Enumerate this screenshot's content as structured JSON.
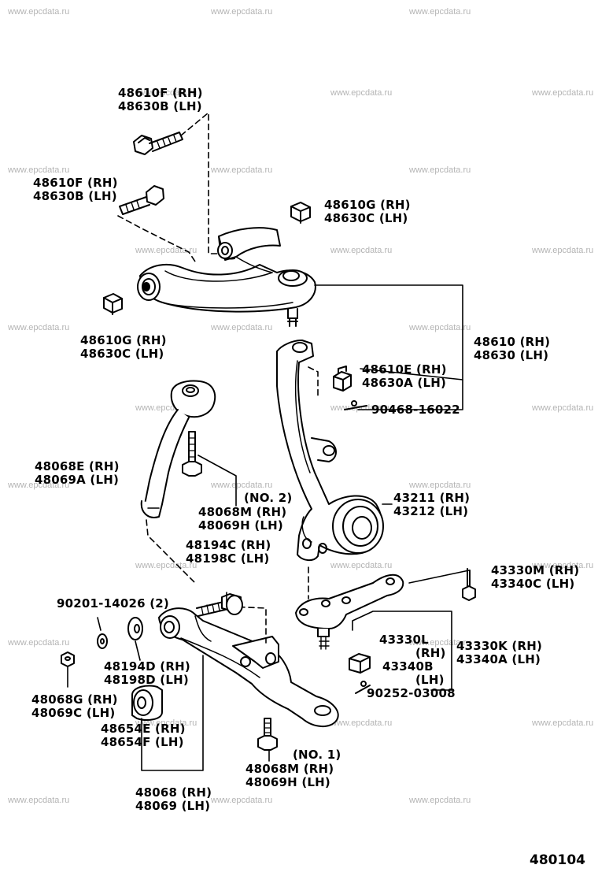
{
  "watermark": "www.epcdata.ru",
  "diagram_number": "480104",
  "callouts": {
    "bolt_upper_front": {
      "rh": "48610F (RH)",
      "lh": "48630B (LH)"
    },
    "bolt_upper_rear": {
      "rh": "48610F (RH)",
      "lh": "48630B (LH)"
    },
    "nut_upper_right": {
      "rh": "48610G (RH)",
      "lh": "48630C (LH)"
    },
    "nut_upper_left": {
      "rh": "48610G (RH)",
      "lh": "48630C (LH)"
    },
    "upper_arm": {
      "rh": "48610 (RH)",
      "lh": "48630 (LH)"
    },
    "nut_castle": {
      "rh": "48610E (RH)",
      "lh": "48630A (LH)"
    },
    "cotter_pin_upper": {
      "pn": "90468-16022"
    },
    "strut_rod": {
      "rh": "48068E (RH)",
      "lh": "48069A (LH)"
    },
    "bolt_no2": {
      "tag": "(NO. 2)",
      "rh": "48068M (RH)",
      "lh": "48069H (LH)"
    },
    "knuckle": {
      "rh": "43211 (RH)",
      "lh": "43212 (LH)"
    },
    "bolt_lower_arm": {
      "rh": "48194C (RH)",
      "lh": "48198C (LH)"
    },
    "ball_joint_bolt": {
      "rh": "43330M (RH)",
      "lh": "43340C (LH)"
    },
    "washer": {
      "pn": "90201-14026 (2)"
    },
    "ball_joint": {
      "l": "43330L",
      "rh": "(RH)",
      "mid": "43340B",
      "lh": "(LH)"
    },
    "ball_joint_alt": {
      "rh": "43330K (RH)",
      "lh": "43340A (LH)"
    },
    "cotter_pin_lower": {
      "pn": "90252-03008"
    },
    "cam": {
      "rh": "48194D (RH)",
      "lh": "48198D (LH)"
    },
    "nut_lower": {
      "rh": "48068G (RH)",
      "lh": "48069C (LH)"
    },
    "bushing": {
      "rh": "48654E (RH)",
      "lh": "48654F (LH)"
    },
    "bolt_no1": {
      "tag": "(NO. 1)",
      "rh": "48068M (RH)",
      "lh": "48069H (LH)"
    },
    "lower_arm": {
      "rh": "48068 (RH)",
      "lh": "48069 (LH)"
    }
  }
}
